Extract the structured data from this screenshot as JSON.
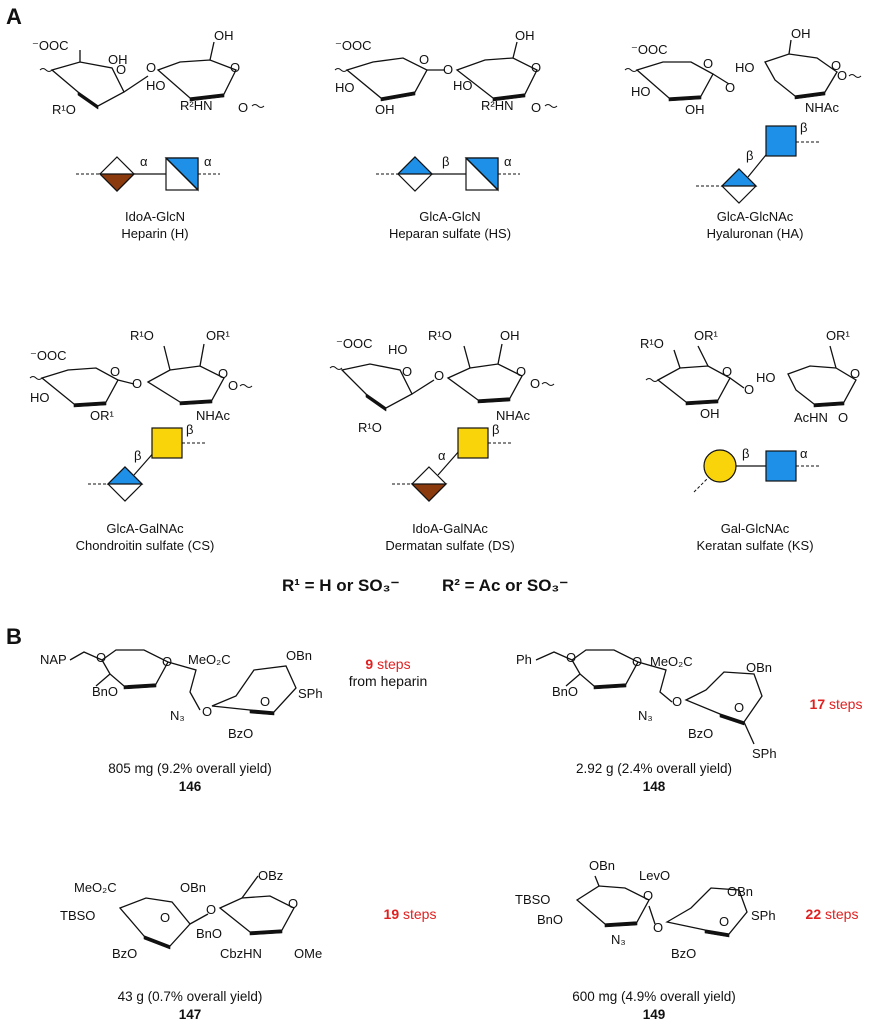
{
  "panels": {
    "a": "A",
    "b": "B"
  },
  "colors": {
    "blue": "#1e90e8",
    "brown": "#8b3a0e",
    "yellow": "#f9d40a",
    "red": "#e02020"
  },
  "gags": [
    {
      "disaccharide": "IdoA-GlcN",
      "name": "Heparin (H)",
      "link1": "α",
      "link2": "α"
    },
    {
      "disaccharide": "GlcA-GlcN",
      "name": "Heparan sulfate (HS)",
      "link1": "β",
      "link2": "α"
    },
    {
      "disaccharide": "GlcA-GlcNAc",
      "name": "Hyaluronan (HA)",
      "link1": "β",
      "link2": "β"
    },
    {
      "disaccharide": "GlcA-GalNAc",
      "name": "Chondroitin sulfate (CS)",
      "link1": "β",
      "link2": "β"
    },
    {
      "disaccharide": "IdoA-GalNAc",
      "name": "Dermatan sulfate (DS)",
      "link1": "α",
      "link2": "β"
    },
    {
      "disaccharide": "Gal-GlcNAc",
      "name": "Keratan sulfate (KS)",
      "link1": "β",
      "link2": "α"
    }
  ],
  "r_definition": {
    "r1": "R¹ = H or SO₃⁻",
    "r2": "R² = Ac or SO₃⁻"
  },
  "atoms": {
    "coo": "⁻OOC",
    "oh": "OH",
    "ho": "HO",
    "o": "O",
    "r1o": "R¹O",
    "or1": "OR¹",
    "r2hn": "R²HN",
    "nhac": "NHAc",
    "achn": "AcHN",
    "nap": "NAP",
    "ph": "Ph",
    "bno": "BnO",
    "obn": "OBn",
    "n3": "N₃",
    "meo2c": "MeO₂C",
    "sph": "SPh",
    "bzo": "BzO",
    "tbso": "TBSO",
    "cbzhn": "CbzHN",
    "ome": "OMe",
    "obz": "OBz",
    "levo": "LevO"
  },
  "compounds": [
    {
      "id": "146",
      "yield": "805 mg (9.2% overall yield)",
      "steps_num": "9",
      "steps_unit": " steps",
      "steps_note": "from heparin"
    },
    {
      "id": "148",
      "yield": "2.92 g (2.4% overall yield)",
      "steps_num": "17",
      "steps_unit": " steps",
      "steps_note": ""
    },
    {
      "id": "147",
      "yield": "43 g (0.7% overall yield)",
      "steps_num": "19",
      "steps_unit": " steps",
      "steps_note": ""
    },
    {
      "id": "149",
      "yield": "600 mg (4.9% overall yield)",
      "steps_num": "22",
      "steps_unit": " steps",
      "steps_note": ""
    }
  ]
}
